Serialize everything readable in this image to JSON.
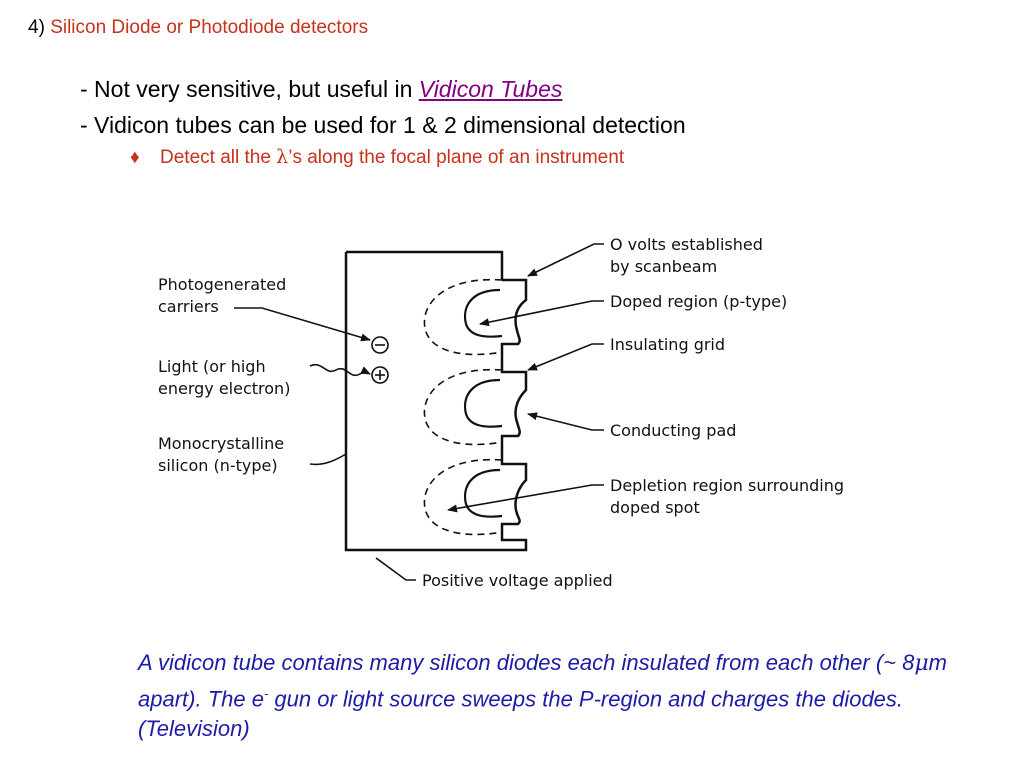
{
  "slide": {
    "title_number": "4)",
    "title_text": "Silicon Diode or Photodiode detectors",
    "bullet1_prefix": "- Not very sensitive, but useful in ",
    "bullet1_link": "Vidicon Tubes",
    "bullet2": "- Vidicon tubes can be used for 1 & 2 dimensional detection",
    "sub_marker": "♦",
    "sub_text_before": "Detect all the ",
    "sub_lambda": "λ",
    "sub_text_after": "’s along the focal plane of an instrument"
  },
  "diagram": {
    "labels": {
      "photogen_1": "Photogenerated",
      "photogen_2": "carriers",
      "light_1": "Light (or high",
      "light_2": "energy electron)",
      "mono_1": "Monocrystalline",
      "mono_2": "silicon (n-type)",
      "zero_volts_1": "O volts established",
      "zero_volts_2": "by scanbeam",
      "doped": "Doped region (p-type)",
      "grid": "Insulating grid",
      "pad": "Conducting pad",
      "depletion_1": "Depletion region surrounding",
      "depletion_2": "doped spot",
      "positive": "Positive voltage applied"
    },
    "minus_symbol": "−",
    "plus_symbol": "+"
  },
  "caption": {
    "part1": "A vidicon tube contains many silicon diodes each insulated from each other (~ 8",
    "mu": "μ",
    "part2": "m apart).  The e",
    "sup": "-",
    "part3": " gun or light source sweeps the P-region and charges the diodes. (Television)"
  },
  "colors": {
    "title_red": "#c8311a",
    "link_purple": "#800080",
    "caption_blue": "#1c1ca8"
  }
}
